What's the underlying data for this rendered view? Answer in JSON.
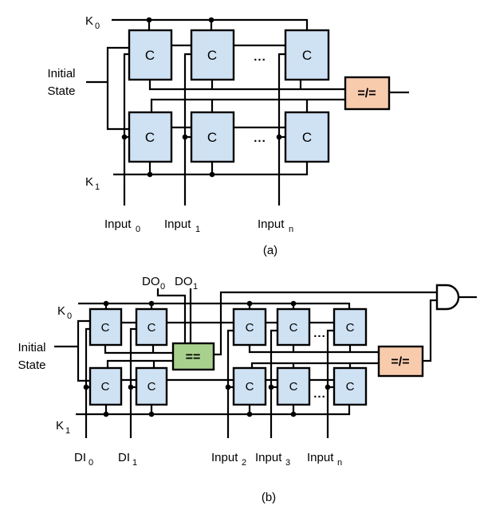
{
  "colors": {
    "cell_fill": "#cfe2f3",
    "equality_fill": "#a9d18e",
    "comparator_fill": "#f8cbad",
    "wire": "#000000",
    "background": "#ffffff"
  },
  "diagram_a": {
    "caption": "(a)",
    "cell_label": "C",
    "ellipsis": "...",
    "comparator_label": "=/=",
    "k0": {
      "main": "K",
      "sub": "0"
    },
    "k1": {
      "main": "K",
      "sub": "1"
    },
    "initial_state": {
      "line1": "Initial",
      "line2": "State"
    },
    "inputs": [
      {
        "main": "Input",
        "sub": "0"
      },
      {
        "main": "Input",
        "sub": "1"
      },
      {
        "main": "Input",
        "sub": "n"
      }
    ]
  },
  "diagram_b": {
    "caption": "(b)",
    "cell_label": "C",
    "ellipsis": "...",
    "equality_label": "==",
    "comparator_label": "=/=",
    "k0": {
      "main": "K",
      "sub": "0"
    },
    "k1": {
      "main": "K",
      "sub": "1"
    },
    "initial_state": {
      "line1": "Initial",
      "line2": "State"
    },
    "do_labels": [
      {
        "main": "DO",
        "sub": "0"
      },
      {
        "main": "DO",
        "sub": "1"
      }
    ],
    "di_labels": [
      {
        "main": "DI",
        "sub": "0"
      },
      {
        "main": "DI",
        "sub": "1"
      }
    ],
    "inputs": [
      {
        "main": "Input",
        "sub": "2"
      },
      {
        "main": "Input",
        "sub": "3"
      },
      {
        "main": "Input",
        "sub": "n"
      }
    ]
  }
}
